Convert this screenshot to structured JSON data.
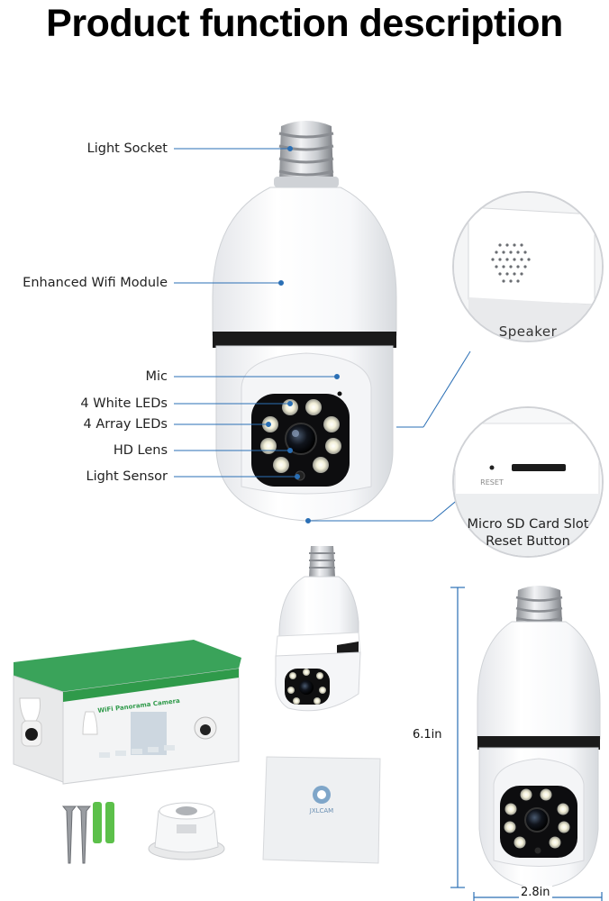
{
  "title": "Product function description",
  "callouts": {
    "light_socket": "Light Socket",
    "wifi_module": "Enhanced Wifi Module",
    "mic": "Mic",
    "white_leds": "4 White LEDs",
    "array_leds": "4 Array LEDs",
    "hd_lens": "HD Lens",
    "light_sensor": "Light Sensor"
  },
  "details": {
    "speaker": "Speaker",
    "reset_mark": "RESET",
    "sd_slot": "Micro SD Card Slot",
    "reset_button": "Reset Button"
  },
  "package": {
    "box_title": "WiFi Panorama Camera",
    "box_front_title": "WiFi Panorama Camera",
    "manual_brand": "JXLCAM"
  },
  "dimensions": {
    "height": "6.1in",
    "width": "2.8in"
  },
  "colors": {
    "callout_line": "#2a6fb5",
    "box_green": "#2f9a4a",
    "anchor_green": "#5cc04a"
  }
}
